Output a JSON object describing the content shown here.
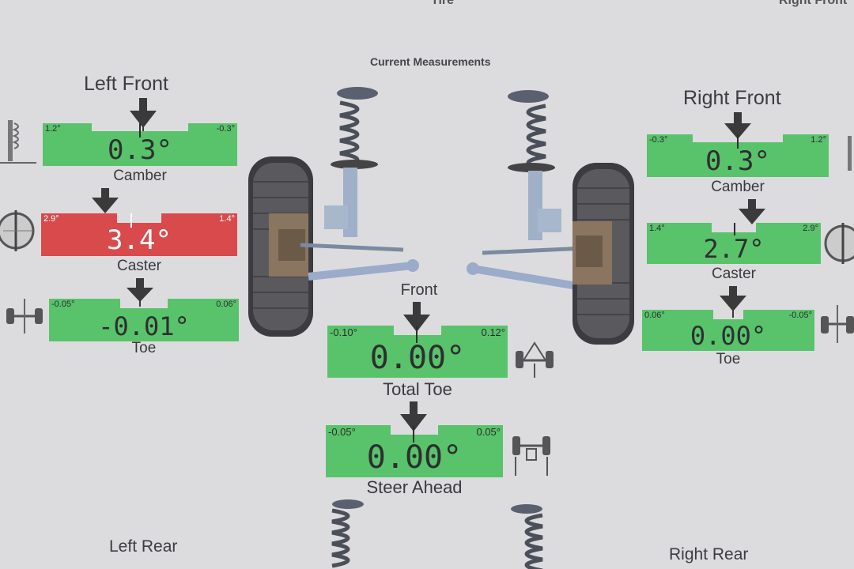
{
  "header": {
    "top_cut_left": "Tire",
    "top_cut_right": "Right Front",
    "subtitle": "Current Measurements"
  },
  "left_front": {
    "title": "Left Front",
    "camber": {
      "label": "Camber",
      "min": "1.2°",
      "max": "-0.3°",
      "value": "0.3°",
      "status": "ok"
    },
    "caster": {
      "label": "Caster",
      "min": "2.9°",
      "max": "1.4°",
      "value": "3.4°",
      "status": "out"
    },
    "toe": {
      "label": "Toe",
      "min": "-0.05°",
      "max": "0.06°",
      "value": "-0.01°",
      "status": "ok"
    }
  },
  "right_front": {
    "title": "Right Front",
    "camber": {
      "label": "Camber",
      "min": "-0.3°",
      "max": "1.2°",
      "value": "0.3°",
      "status": "ok"
    },
    "caster": {
      "label": "Caster",
      "min": "1.4°",
      "max": "2.9°",
      "value": "2.7°",
      "status": "ok"
    },
    "toe": {
      "label": "Toe",
      "min": "0.06°",
      "max": "-0.05°",
      "value": "0.00°",
      "status": "ok"
    }
  },
  "front": {
    "title": "Front",
    "total_toe": {
      "label": "Total Toe",
      "min": "-0.10°",
      "max": "0.12°",
      "value": "0.00°",
      "status": "ok"
    },
    "steer_ahead": {
      "label": "Steer Ahead",
      "min": "-0.05°",
      "max": "0.05°",
      "value": "0.00°",
      "status": "ok"
    }
  },
  "rear": {
    "left_title": "Left Rear",
    "right_title": "Right Rear"
  },
  "colors": {
    "in_spec": "#58c36a",
    "out_of_spec": "#d84a4c",
    "background": "#dcdcdf"
  },
  "icons": [
    "down-arrow-icon",
    "strut-assembly-icon",
    "wheel-tire-icon",
    "caster-wheel-icon",
    "toe-axle-icon"
  ]
}
